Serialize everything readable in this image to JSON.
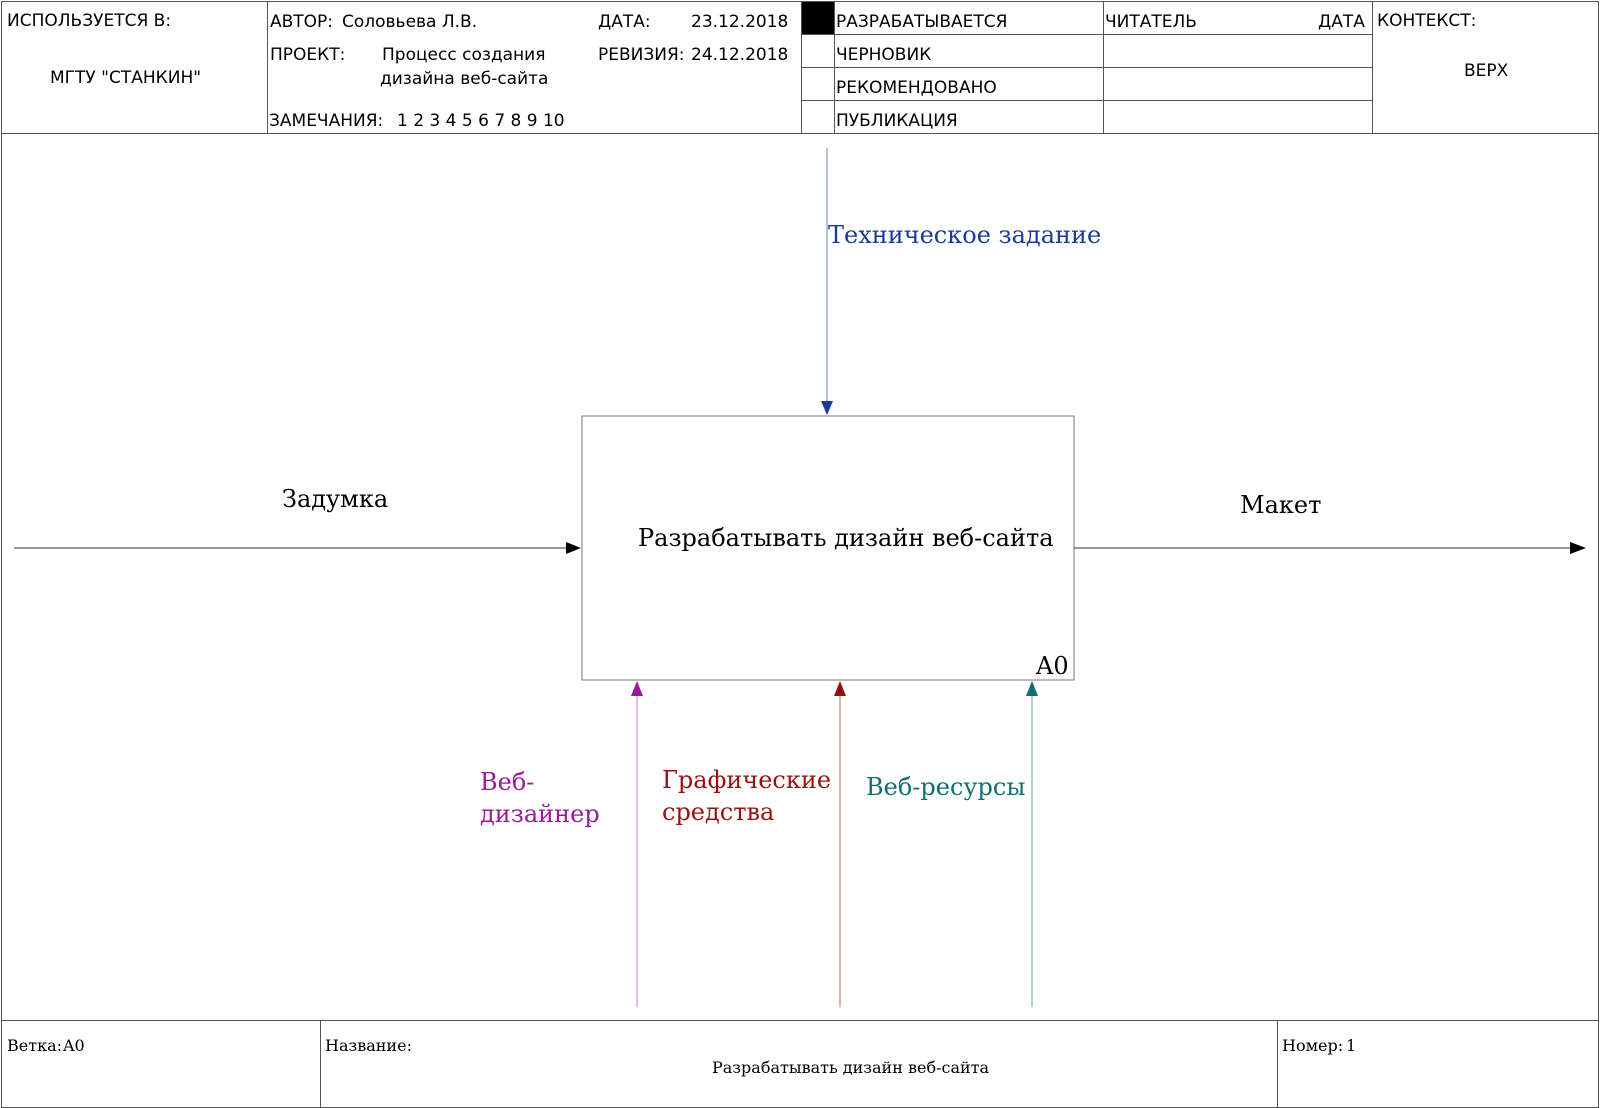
{
  "header": {
    "used_in_label": "ИСПОЛЬЗУЕТСЯ В:",
    "used_in_value": "МГТУ \"СТАНКИН\"",
    "author_label": "АВТОР:",
    "author_value": "Соловьева Л.В.",
    "date_label": "ДАТА:",
    "date_value": "23.12.2018",
    "project_label": "ПРОЕКТ:",
    "project_line1": "Процесс создания",
    "project_line2": "дизайна веб-сайта",
    "revision_label": "РЕВИЗИЯ:",
    "revision_value": "24.12.2018",
    "notes_label": "ЗАМЕЧАНИЯ:",
    "notes_value": "1 2 3 4 5 6 7 8 9 10",
    "status": {
      "items": [
        "РАЗРАБАТЫВАЕТСЯ",
        "ЧЕРНОВИК",
        "РЕКОМЕНДОВАНО",
        "ПУБЛИКАЦИЯ"
      ],
      "active_index": 0
    },
    "reader_label": "ЧИТАТЕЛЬ",
    "reader_date_label": "ДАТА",
    "context_label": "КОНТЕКСТ:",
    "context_value": "ВЕРХ"
  },
  "diagram": {
    "activity": {
      "label": "Разрабатывать дизайн веб-сайта",
      "node": "A0"
    },
    "arrows": {
      "control": {
        "label": "Техническое задание",
        "color": "#1a3a9a"
      },
      "input": {
        "label": "Задумка",
        "color": "#000000"
      },
      "output": {
        "label": "Макет",
        "color": "#000000"
      },
      "mechanism_1": {
        "line1": "Веб-",
        "line2": "дизайнер",
        "color": "#9a1a9a"
      },
      "mechanism_2": {
        "line1": "Графические",
        "line2": "средства",
        "color": "#9a1010"
      },
      "mechanism_3": {
        "label": "Веб-ресурсы",
        "color": "#107070"
      }
    }
  },
  "footer": {
    "branch_label": "Ветка:",
    "branch_value": "A0",
    "title_label": "Название:",
    "title_value": "Разрабатывать дизайн веб-сайта",
    "number_label": "Номер:",
    "number_value": "1"
  }
}
